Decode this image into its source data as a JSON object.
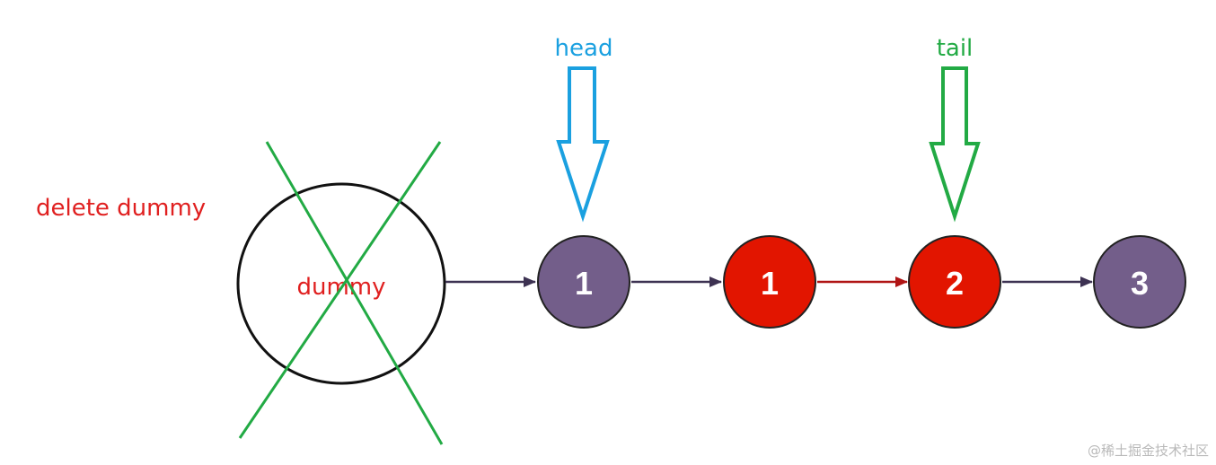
{
  "diagram": {
    "note": "delete dummy",
    "dummy": {
      "label": "dummy"
    },
    "nodes": [
      {
        "value": "1",
        "role": "normal"
      },
      {
        "value": "1",
        "role": "highlight"
      },
      {
        "value": "2",
        "role": "highlight"
      },
      {
        "value": "3",
        "role": "normal"
      }
    ],
    "pointers": {
      "head": {
        "label": "head"
      },
      "tail": {
        "label": "tail"
      }
    }
  },
  "colors": {
    "node_normal": "#735e8a",
    "node_highlight": "#e21500",
    "node_stroke": "#222222",
    "edge": "#3d3252",
    "edge_highlight": "#b01414",
    "head": "#1aa0e0",
    "tail": "#22aa44",
    "cross": "#22aa44",
    "note_text": "#e02020"
  },
  "watermark": "@稀土掘金技术社区"
}
